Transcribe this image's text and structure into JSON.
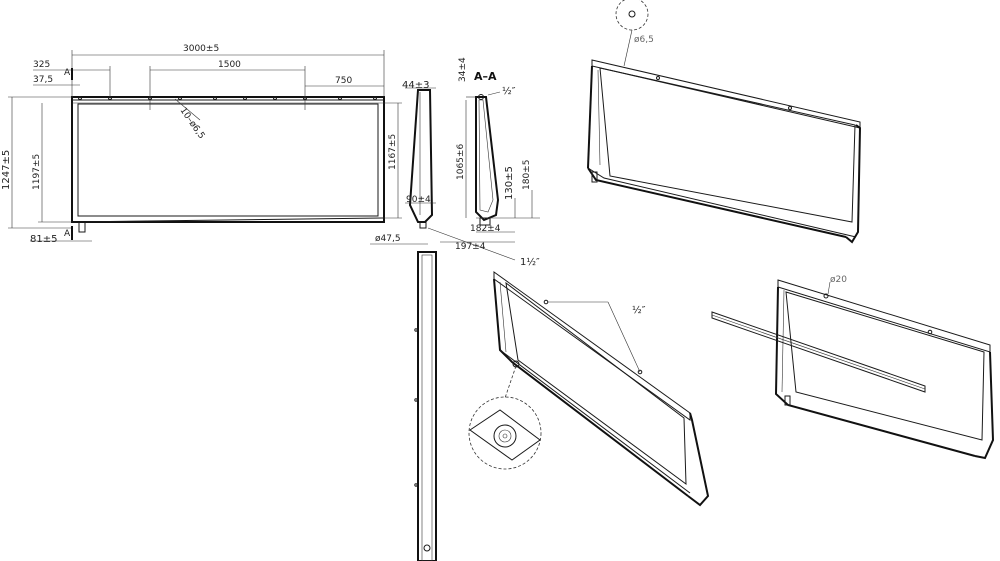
{
  "front_view": {
    "dim_length": "3000±5",
    "dim_left_offset": "325",
    "dim_37": "37,5",
    "dim_hole_spacing": "1500",
    "dim_750": "750",
    "dim_holes": "10–ø6,5",
    "dim_total_height": "1247±5",
    "dim_height": "1197±5",
    "dim_inner_height": "1167±5",
    "dim_foot": "81±5",
    "section_mark_top": "A",
    "section_mark_bottom": "A"
  },
  "side_view": {
    "dim_top": "44±3",
    "dim_bottom": "90±4",
    "dim_drain": "ø47,5"
  },
  "section_aa": {
    "title": "A–A",
    "dim_top": "34±4",
    "dim_1065": "1065±6",
    "dim_130": "130±5",
    "dim_180": "180±5",
    "dim_182": "182±4",
    "dim_197": "197±4",
    "pipe_top": "½″",
    "pipe_bottom": "1½″"
  },
  "iso_top": {
    "dim_hole": "ø6,5"
  },
  "iso_mid": {
    "pipe": "½″"
  },
  "iso_right": {
    "dim_pipe": "ø20"
  }
}
